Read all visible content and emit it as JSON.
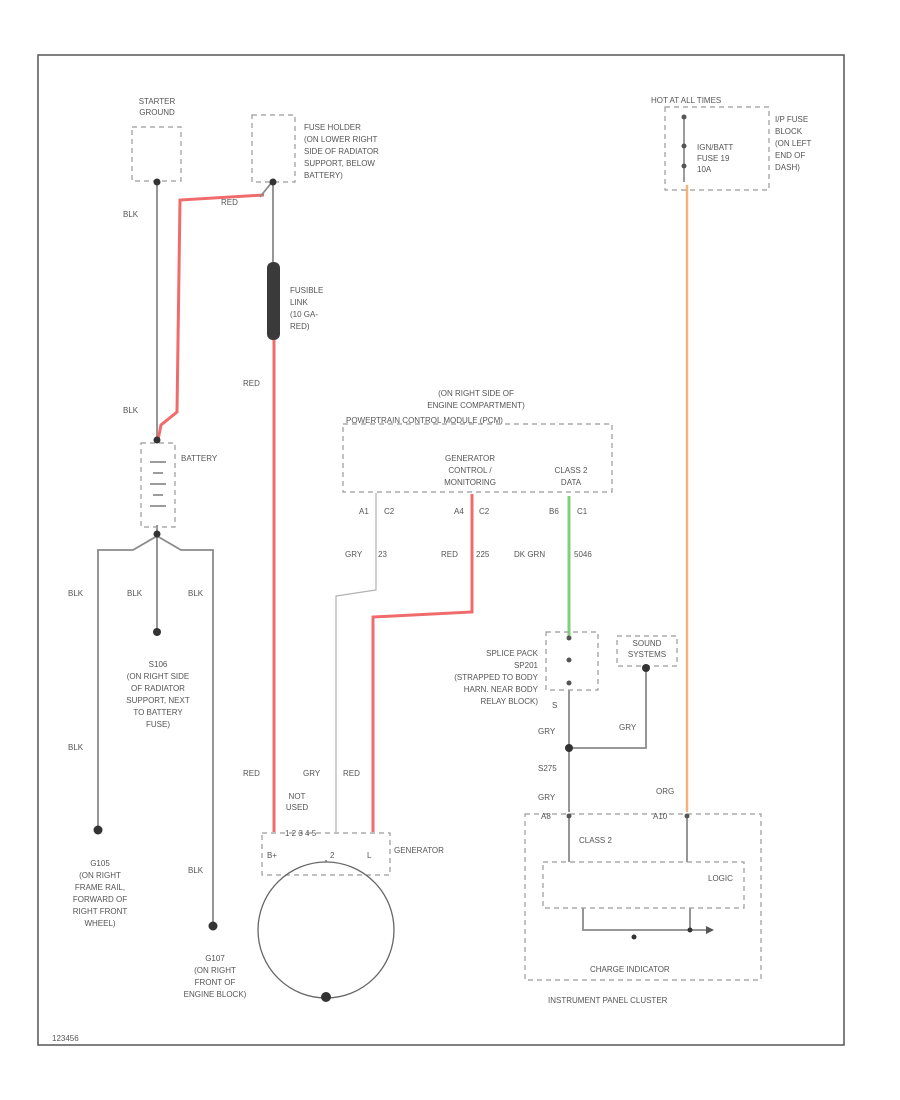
{
  "labels": {
    "starter_ground": [
      "STARTER",
      "GROUND"
    ],
    "fuse_holder": [
      "FUSE HOLDER",
      "(ON LOWER RIGHT",
      "SIDE OF RADIATOR",
      "SUPPORT, BELOW",
      "BATTERY)"
    ],
    "hot_at_all_times": "HOT AT ALL TIMES",
    "fuse_block": [
      "I/P FUSE",
      "BLOCK",
      "(ON LEFT",
      "END OF",
      "DASH)"
    ],
    "fuse_inner": [
      "IGN/BATT",
      "FUSE 19",
      "10A"
    ],
    "fusible_link": [
      "FUSIBLE",
      "LINK",
      "(10 GA-",
      "RED)"
    ],
    "pcm_header": [
      "(ON RIGHT SIDE OF",
      "ENGINE COMPARTMENT)"
    ],
    "pcm_name": "POWERTRAIN CONTROL MODULE (PCM)",
    "gen_control": [
      "GENERATOR",
      "CONTROL /",
      "MONITORING"
    ],
    "class2_data": [
      "CLASS 2",
      "DATA"
    ],
    "battery": "BATTERY",
    "s106": [
      "S106",
      "(ON RIGHT SIDE",
      "OF RADIATOR",
      "SUPPORT, NEXT",
      "TO BATTERY",
      "FUSE)"
    ],
    "g105": [
      "G105",
      "(ON RIGHT",
      "FRAME RAIL,",
      "FORWARD OF",
      "RIGHT FRONT",
      "WHEEL)"
    ],
    "g107": [
      "G107",
      "(ON RIGHT",
      "FRONT OF",
      "ENGINE BLOCK)"
    ],
    "not_used": [
      "NOT",
      "USED"
    ],
    "generator": "GENERATOR",
    "splice_pack": [
      "SPLICE PACK",
      "SP201",
      "(STRAPPED TO BODY",
      "HARN. NEAR BODY",
      "RELAY BLOCK)"
    ],
    "sound_systems": [
      "SOUND",
      "SYSTEMS"
    ],
    "cluster_class2": "CLASS 2",
    "logic": "LOGIC",
    "charge_indicator": "CHARGE INDICATOR",
    "instrument_panel_cluster": "INSTRUMENT PANEL CLUSTER",
    "diagram_id": "123456"
  },
  "wires": {
    "blk": "BLK",
    "red": "RED",
    "gry": "GRY",
    "org": "ORG",
    "gry_23": "23",
    "red_225": "225",
    "dk_grn": "DK GRN",
    "dk_grn_num": "5046",
    "s275": "S275"
  },
  "pins": {
    "a1": "A1",
    "c2": "C2",
    "a4": "A4",
    "b6": "B6",
    "c1": "C1",
    "a8": "A8",
    "a10": "A10",
    "s": "S",
    "gen_pins": "1 2 3 4 5",
    "b_plus": "B+",
    "gen_2": "2",
    "gen_l": "L"
  },
  "colors": {
    "red_wire": "#f06b6b",
    "orange_wire": "#f6b27a",
    "green_wire": "#7ed17a",
    "gray_wire": "#8a8a8a"
  }
}
